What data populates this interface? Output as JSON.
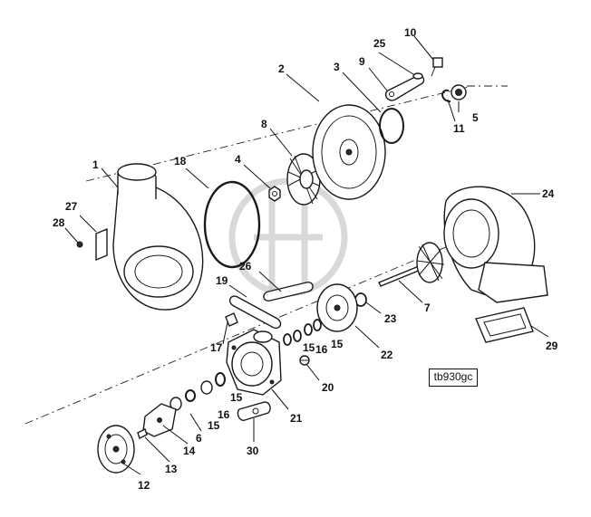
{
  "figure": {
    "reference_code": "tb930gc"
  },
  "callouts": [
    {
      "id": "c1",
      "label": "1"
    },
    {
      "id": "c2",
      "label": "2"
    },
    {
      "id": "c3",
      "label": "3"
    },
    {
      "id": "c4",
      "label": "4"
    },
    {
      "id": "c5",
      "label": "5"
    },
    {
      "id": "c6",
      "label": "6"
    },
    {
      "id": "c7",
      "label": "7"
    },
    {
      "id": "c8",
      "label": "8"
    },
    {
      "id": "c9",
      "label": "9"
    },
    {
      "id": "c10",
      "label": "10"
    },
    {
      "id": "c11",
      "label": "11"
    },
    {
      "id": "c12",
      "label": "12"
    },
    {
      "id": "c13",
      "label": "13"
    },
    {
      "id": "c14",
      "label": "14"
    },
    {
      "id": "c15a",
      "label": "15"
    },
    {
      "id": "c15b",
      "label": "15"
    },
    {
      "id": "c15c",
      "label": "15"
    },
    {
      "id": "c15d",
      "label": "15"
    },
    {
      "id": "c16a",
      "label": "16"
    },
    {
      "id": "c16b",
      "label": "16"
    },
    {
      "id": "c17",
      "label": "17"
    },
    {
      "id": "c18",
      "label": "18"
    },
    {
      "id": "c19",
      "label": "19"
    },
    {
      "id": "c20",
      "label": "20"
    },
    {
      "id": "c21",
      "label": "21"
    },
    {
      "id": "c22",
      "label": "22"
    },
    {
      "id": "c23",
      "label": "23"
    },
    {
      "id": "c24",
      "label": "24"
    },
    {
      "id": "c25",
      "label": "25"
    },
    {
      "id": "c26",
      "label": "26"
    },
    {
      "id": "c27",
      "label": "27"
    },
    {
      "id": "c28",
      "label": "28"
    },
    {
      "id": "c29",
      "label": "29"
    },
    {
      "id": "c30",
      "label": "30"
    }
  ]
}
